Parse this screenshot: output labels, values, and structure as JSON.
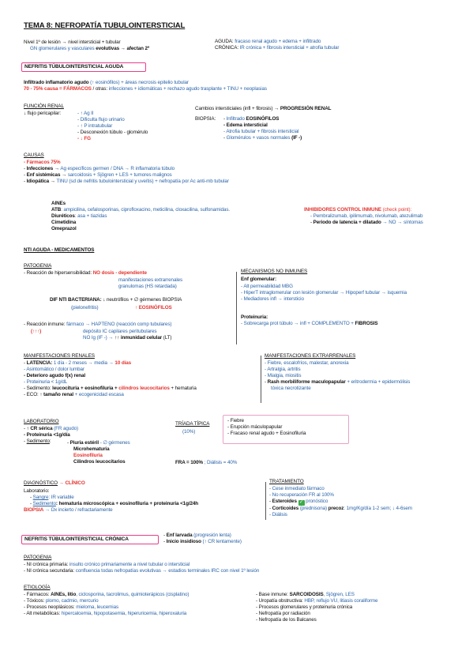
{
  "title": "TEMA 8: NEFROPATÍA TUBULOINTERSTICIAL",
  "intro": {
    "left_1": "Nivel 1º de lesión → nivel intersticial + tubular",
    "left_2a": "GN glomerulares y vasculares",
    "left_2b": "evolutivas → afectan 2º",
    "right_1a": "AGUDA:",
    "right_1b": "fracaso renal agudo + edema + infiltrado",
    "right_2a": "CRÓNICA:",
    "right_2b": "IR crónica + fibrosis intersticial + atrofia tubular"
  },
  "acute_box": "NEFRITIS TÚBULOINTERSTICIAL AGUDA",
  "acute": {
    "l1a": "Infiltrado inflamatorio agudo",
    "l1b": "(↑ eosinófilos) + áreas necrosis epitelio tubular",
    "l2a": "70 - 75% causa = FÁRMACOS",
    "l2b": " / otras:",
    "l2c": "infecciones + idiomáticas + rechazo agudo trasplante + TINU + neoplasias"
  },
  "funcion": {
    "header": "FUNCIÓN RENAL",
    "flujo": "↓ flujo pericapilar:",
    "items": [
      "↑ Ag II",
      "Dificulta flujo urinario",
      "↑ P intratubular",
      "Desconexión túbulo - glomérulo",
      "↓ FG"
    ]
  },
  "cambios": {
    "l1a": "Cambios intersticiales (infl + fibrosis) →",
    "l1b": "PROGRESIÓN RENAL",
    "biopsia": "BIOPSIA:",
    "items": [
      {
        "a": "Infiltrado ",
        "b": "EOSINÓFILOS"
      },
      {
        "b": "Edema intersticial"
      },
      {
        "a": "Atrofia tubular + fibrosis intersticial"
      },
      {
        "a": "Glomérulos + vasos normales ",
        "b": "(IF -)"
      }
    ]
  },
  "causas": {
    "header": "CAUSAS",
    "farmacos": "Fármacos 75%",
    "infecciones_a": "Infecciones →",
    "infecciones_b": "Ag específicos germen / DNA → R inflamatoria túbulo",
    "enf_a": "Enf sistémicas →",
    "enf_b": "sarcoidosis + Sjögren + LES + tumores malignos",
    "idio_a": "Idiopática →",
    "idio_b": "TINU (sd de nefritis tubulointersticial y uveítis) + nefropatía por Ac anti-mb tubular"
  },
  "drugs": {
    "aines": "AINEs",
    "atb_a": "ATB",
    "atb_b": ": ampicilina, cefalosporinas, ciprofloxacino, meticilina, cloxacilina, sulfonamidas.",
    "diur_a": "Diuréticos",
    "diur_b": ": asa + tiazidas",
    "cime": "Cimetidina",
    "omep": "Omeprazol"
  },
  "inhib": {
    "header_a": "INHIBIDORES CONTROL INMUNE",
    "header_b": " (check point):",
    "item1": "Pembralizumab, ipilimumab, nivolumab, atezulimab",
    "item2a": "Periodo de latencia + dilatado",
    "item2b": " → NO → síntomas"
  },
  "nti_med": "NTI AGUDA - MEDICAMENTOS",
  "patogenia": {
    "header": "PATOGENIA",
    "l1a": "Reacción de hipersensibilidad:",
    "l1b": "NO dosis - dependiente",
    "l2": "manifestaciones extrarrenales",
    "l3": "granulomas (HS retardada)",
    "l4a": "DIF NTI BACTERIANA:",
    "l4b": "↓ neutrófilos + ∅ gérmenes BIOPSIA",
    "l5a": "(pielonefritis)",
    "l5b": "↑ EOSINÓFILOS",
    "l6a": "Reacción inmune:",
    "l6b": "fármaco → HAPTENO",
    "l6c": "(reacción comp tubulares)",
    "l7a": "(↑↑↑)",
    "l7b": "depósito IC capilares peritubulares",
    "l8a": "NO Ig (IF -) →",
    "l8b": "↑↑ inmunidad celular",
    "l8c": " (LT)"
  },
  "mecanismos": {
    "header": "MECANISMOS NO INMUNES",
    "enf": "Enf glomerular:",
    "items": [
      "Alt permeabilidad MBG",
      "HiperT intraglomerular con lesión glomerular → Hipoperf tubular → isquemia",
      "Mediadores infl → intersticio"
    ],
    "prot": "Proteinuria:",
    "prot_a": "- Sobrecarga prot túbulo → infl + COMPLEMENTO +",
    "prot_b": "FIBROSIS"
  },
  "manif_renales": {
    "header": "MANIFESTACIONES RENALES",
    "lat_a": "LATENCIA:",
    "lat_b": " 1 día - 2 meses → media → ",
    "lat_c": "10 días",
    "asint": "Asintomático / dolor lumbar",
    "deter": "Deterioro agudo f(x) renal",
    "prot": "Proteinuria < 1g/dL",
    "sed_a": "Sedimento: ",
    "sed_b": "leucocituria + eosinofiluria + ",
    "sed_c": "cilindros leucocitarios",
    "sed_d": " + hematuria",
    "eco_a": "ECO: ",
    "eco_b": "↑ tamaño renal",
    "eco_c": " + ecogenicidad escasa"
  },
  "manif_extra": {
    "header": "MANIFESTACIONES EXTRARRENALES",
    "i1": "Fiebre, escalofríos, malestar, anorexia",
    "i2": "Artralgia, artritis",
    "i3": "Mialgia, miositis",
    "i4a": "Rash morbiliforme maculopapular",
    "i4b": " + eritrodermia + epidermólisis",
    "i5": "tóxica necrotizante"
  },
  "laboratorio": {
    "header": "LABORATORIO",
    "cr_a": "↑ CR sérica",
    "cr_b": " (FR agudo)",
    "prot": "Proteinuria <1g/día",
    "sed": "Sedimento",
    "s1a": "Piuria estéril",
    "s1b": " - ∅ gérmenes",
    "s2": "Microhematuria",
    "s3": "Eosinofiluria",
    "s4": "Cilindros leucocitarios"
  },
  "triada": {
    "header": "TRÍADA TÍPICA",
    "pct": "(10%)",
    "items": [
      "Fiebre",
      "Erupción máculopapular",
      "Fracaso renal agudo + Eosinofiluria"
    ],
    "fra_a": "FRA = 100%",
    "fra_b": " ; Diálisis = 40%"
  },
  "diagnostico": {
    "header_a": "DIAGNÓSTICO",
    "header_b": " → CLÍNICO",
    "lab": "Laboratorio:",
    "sangre_a": "Sangre",
    "sangre_b": ": IR variable",
    "sed_a": "Sedimento",
    "sed_b": ": hematuria microscópica + eosinofiluria + proteinuria <1g/24h",
    "biop_a": "BIOPSIA",
    "biop_b": " → Dx incierto / refractariamente"
  },
  "tratamiento": {
    "header": "TRATAMIENTO",
    "i1": "Cese inmediato fármaco",
    "i2": "No recuperación FR al 100%",
    "i3a": "Esteroides ",
    "i3check": "✓",
    "i3b": " pronóstico",
    "i4a": "Corticoides",
    "i4b": " (prednisona) ",
    "i4c": "precoz",
    "i4d": ": 1mg/Kg/día 1-2 sem; ↓ 4-6sem",
    "i5": "Diálisis"
  },
  "chronic_box": "NEFRITIS TÚBULOINTERSTICIAL CRÓNICA",
  "chronic_side": {
    "i1a": "Enf larvada",
    "i1b": " (progresión lenta)",
    "i2a": "Inicio insidioso",
    "i2b": " (↑ CR lentamente)"
  },
  "patogenia2": {
    "header": "PATOGENIA",
    "i1a": "NI crónica primaria: ",
    "i1b": "insulto crónico primariamente a nivel tubular o intersticial",
    "i2a": "NI crónica secundaria: ",
    "i2b": "confluencia todas nefropatías evolutivas → estadios terminales IRC con nivel 1º lesión"
  },
  "etiologia": {
    "header": "ETIOLOGÍA",
    "l1a": "Fármacos: ",
    "l1b": "AINEs, litio",
    "l1c": ", ciclosporina, tacrolimus, quimioterápicos (cisplatino)",
    "l2a": "Tóxicos: ",
    "l2b": "plomo, cadmio, mercurio",
    "l3a": "Procesos neoplásicos: ",
    "l3b": "mieloma, leucemias",
    "l4a": "Alt metabólicas: ",
    "l4b": "hipercalcemia, hipopotasemia, hiperuricemia, hiperoxaluria",
    "r1a": "Base inmune: ",
    "r1b": "SARCOIDOSIS",
    "r1c": ", Sjögren, LES",
    "r2a": "Uropatía obstructiva: ",
    "r2b": "HBP, reflujo VU, litiasis coraliforme",
    "r3": "Procesos glomerulares y proteinuria crónica",
    "r4": "Nefropatía por radiación",
    "r5": "Nefropatía de los Balcanes"
  }
}
